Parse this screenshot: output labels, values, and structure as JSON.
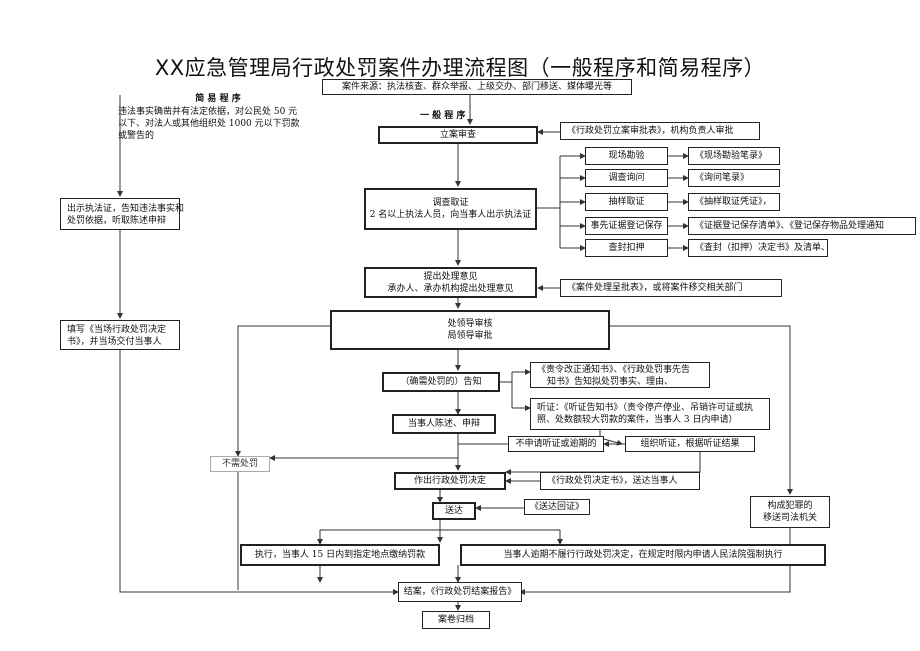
{
  "title": "XX应急管理局行政处罚案件办理流程图（一般程序和简易程序）",
  "case_source": "案件来源：执法核查、群众举报、上级交办、部门移送、媒体曝光等",
  "simple": {
    "heading": "简 易 程 序",
    "desc": [
      "违法事实确凿并有法定依据，对公民处 50 元",
      "以下、对法人或其他组织处 1000 元以下罚款",
      "或警告的"
    ],
    "show_cert": [
      "出示执法证，告知违法事实和",
      "处罚依据，听取陈述申辩"
    ],
    "fill_form": [
      "填写《当场行政处罚决定",
      "书》，并当场交付当事人"
    ]
  },
  "general": {
    "heading": "一 般 程 序",
    "filing": "立案审查",
    "filing_note": "《行政处罚立案审批表》，机构负责人审批",
    "investigate": [
      "调查取证",
      "2 名以上执法人员，向当事人出示执法证"
    ],
    "methods": [
      {
        "label": "现场勘验",
        "note": "《现场勘验笔录》"
      },
      {
        "label": "调查询问",
        "note": "《询问笔录》"
      },
      {
        "label": "抽样取证",
        "note": "《抽样取证凭证》，"
      },
      {
        "label": "事先证据登记保存",
        "note": "《证据登记保存清单》、《登记保存物品处理通知"
      },
      {
        "label": "查封扣押",
        "note": "《查封（扣押）决定书》及清单、"
      }
    ],
    "proposal": [
      "提出处理意见",
      "承办人、承办机构提出处理意见"
    ],
    "proposal_note": "《案件处理呈批表》，或将案件移交相关部门",
    "review": [
      "处领导审核",
      "局领导审批"
    ],
    "notify": "（确需处罚的）告知",
    "notify_note1": [
      "《责令改正通知书》、《行政处罚事先告",
      "知书》告知拟处罚事实、理由、"
    ],
    "notify_note2": [
      "听证：《听证告知书》（责令停产停业、吊销许可证或执",
      "照、处数额较大罚款的案件，当事人 3 日内申请）"
    ],
    "statement": "当事人陈述、申辩",
    "no_hearing": "不申请听证或逾期的",
    "hearing": "组织听证，根据听证结果",
    "no_penalty": "不需处罚",
    "decision": "作出行政处罚决定",
    "decision_note": "《行政处罚决定书》，送达当事人",
    "serve": "送达",
    "serve_note": "《送达回证》",
    "execute": "执行，当事人 15 日内到指定地点缴纳罚款",
    "overdue": "当事人逾期不履行行政处罚决定，在规定时限内申请人民法院强制执行",
    "crime": [
      "构成犯罪的",
      "移送司法机关"
    ],
    "close": "结案，《行政处罚结案报告》",
    "archive": "案卷归档"
  }
}
